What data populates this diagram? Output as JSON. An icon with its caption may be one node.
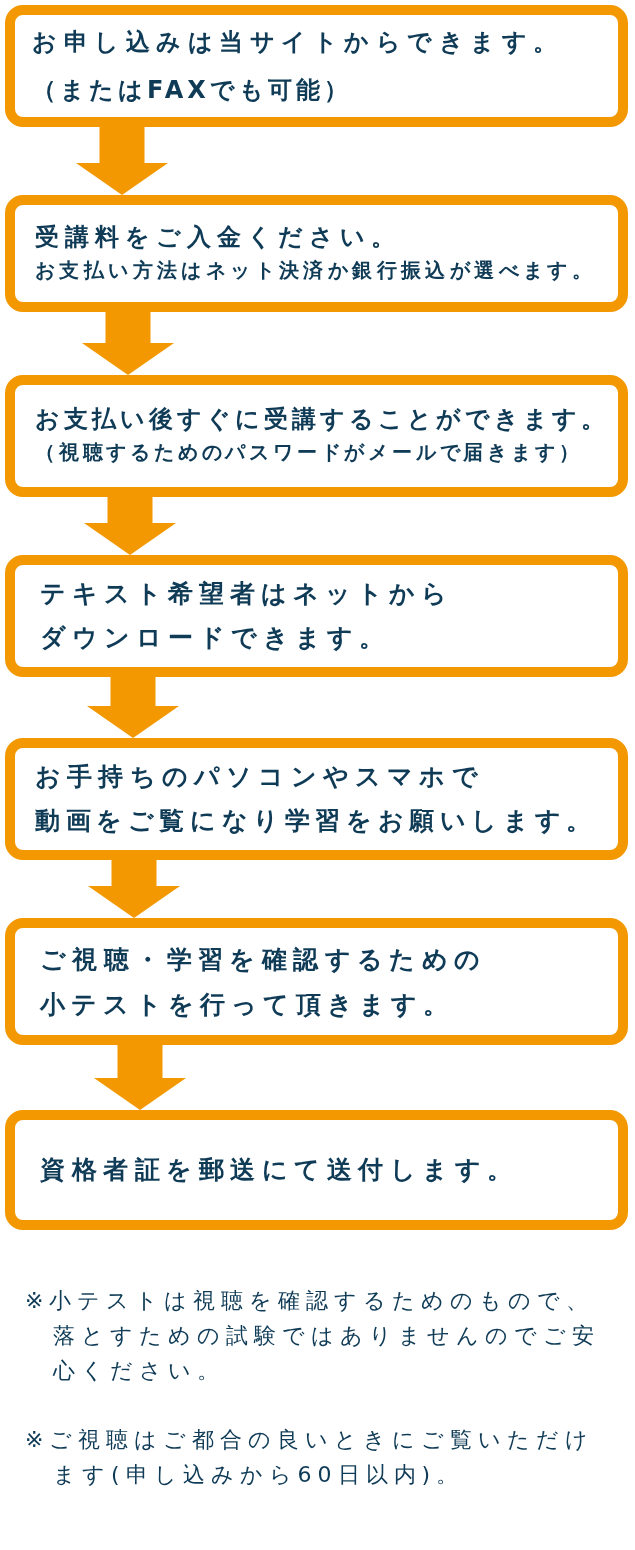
{
  "diagram": {
    "nodes": [
      {
        "text": [
          "お申し込みは当サイトからできます。",
          "（またはFAXでも可能）"
        ]
      },
      {
        "text": [
          "受講料をご入金ください。",
          "お支払い方法はネット決済か銀行振込が選べます。"
        ]
      },
      {
        "text": [
          "お支払い後すぐに受講することができます。",
          "（視聴するためのパスワードがメールで届きます）"
        ]
      },
      {
        "text": [
          "テキスト希望者はネットから",
          "ダウンロードできます。"
        ]
      },
      {
        "text": [
          "お手持ちのパソコンやスマホで",
          "動画をご覧になり学習をお願いします。"
        ]
      },
      {
        "text": [
          "ご視聴・学習を確認するための",
          "小テストを行って頂きます。"
        ]
      },
      {
        "text": [
          "資格者証を郵送にて送付します。"
        ]
      }
    ],
    "edges": [
      {
        "from": 0,
        "to": 1,
        "arrow": "to"
      },
      {
        "from": 1,
        "to": 2,
        "arrow": "to"
      },
      {
        "from": 2,
        "to": 3,
        "arrow": "to"
      },
      {
        "from": 3,
        "to": 4,
        "arrow": "to"
      },
      {
        "from": 4,
        "to": 5,
        "arrow": "to"
      },
      {
        "from": 5,
        "to": 6,
        "arrow": "to"
      }
    ],
    "labels": [
      "※小テストは視聴を確認するためのもので、落とすための試験ではありませんのでご安心ください。",
      "※ご視聴はご都合の良いときにご覧いただけます(申し込みから60日以内)。"
    ]
  }
}
